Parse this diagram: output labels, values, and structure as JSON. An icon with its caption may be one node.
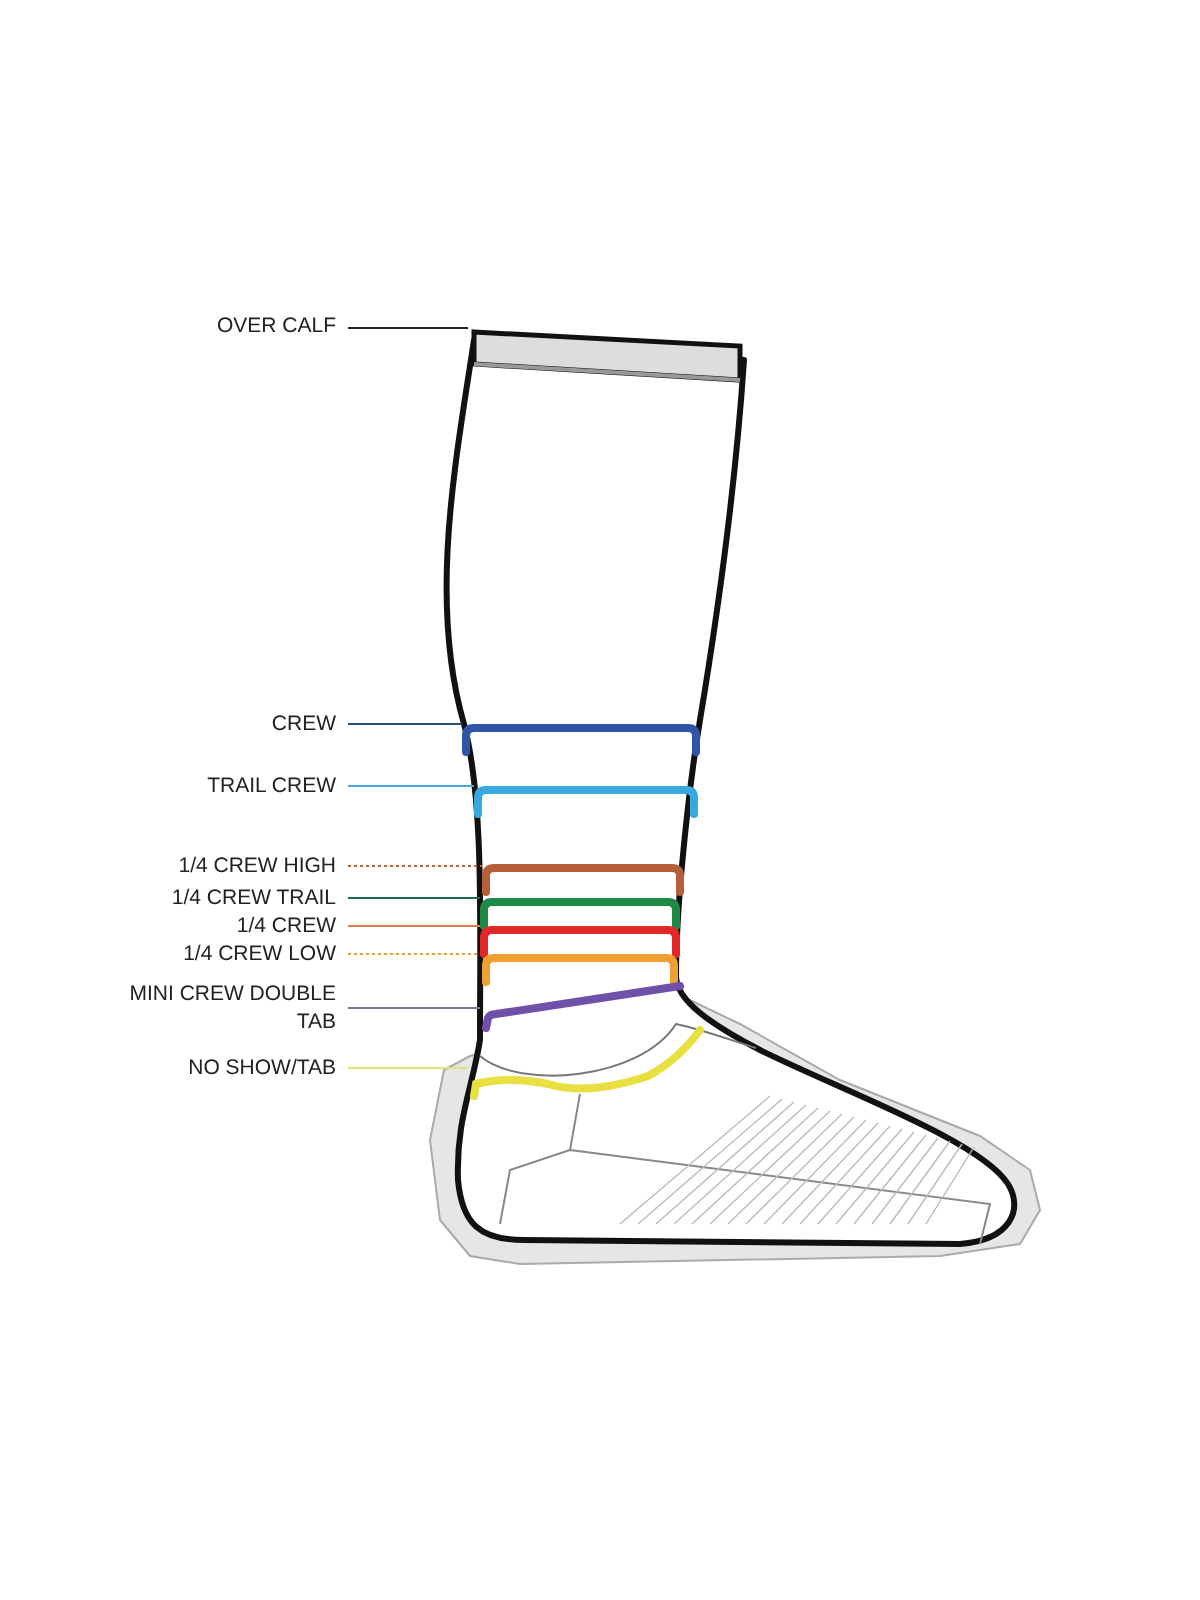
{
  "diagram": {
    "nodes": [
      {
        "text": [
          "OVER CALF"
        ]
      },
      {
        "text": [
          "CREW"
        ]
      },
      {
        "text": [
          "TRAIL CREW"
        ]
      },
      {
        "text": [
          "1/4 CREW HIGH"
        ]
      },
      {
        "text": [
          "1/4 CREW TRAIL"
        ]
      },
      {
        "text": [
          "1/4 CREW"
        ]
      },
      {
        "text": [
          "1/4 CREW LOW"
        ]
      },
      {
        "text": [
          "MINI CREW DOUBLE TAB"
        ]
      },
      {
        "text": [
          "NO SHOW/TAB"
        ]
      },
      {
        "text": [],
        "shape": "bar"
      },
      {
        "text": [],
        "shape": "bar"
      },
      {
        "text": [],
        "shape": "bar"
      },
      {
        "text": [],
        "shape": "bar"
      },
      {
        "text": [],
        "shape": "bar"
      },
      {
        "text": [],
        "shape": "bar"
      },
      {
        "text": [],
        "shape": "bar"
      },
      {
        "text": [],
        "shape": "bar"
      },
      {
        "text": [],
        "shape": "bar"
      }
    ],
    "edges": [
      {
        "from": 0,
        "to": 9,
        "arrow": "none",
        "color": "#222222"
      },
      {
        "from": 1,
        "to": 10,
        "arrow": "none",
        "color": "#2a4d7a"
      },
      {
        "from": 2,
        "to": 11,
        "arrow": "none",
        "color": "#4aa8d8"
      },
      {
        "from": 3,
        "to": 12,
        "arrow": "none",
        "style": "dashed",
        "color": "#b5653a"
      },
      {
        "from": 4,
        "to": 13,
        "arrow": "none",
        "color": "#1e6b4a"
      },
      {
        "from": 5,
        "to": 14,
        "arrow": "none",
        "color": "#e07a50"
      },
      {
        "from": 6,
        "to": 15,
        "arrow": "none",
        "style": "dashed",
        "color": "#e8a040"
      },
      {
        "from": 7,
        "to": 16,
        "arrow": "none",
        "color": "#7a7490"
      },
      {
        "from": 8,
        "to": 17,
        "arrow": "none",
        "color": "#e8e070"
      }
    ]
  }
}
